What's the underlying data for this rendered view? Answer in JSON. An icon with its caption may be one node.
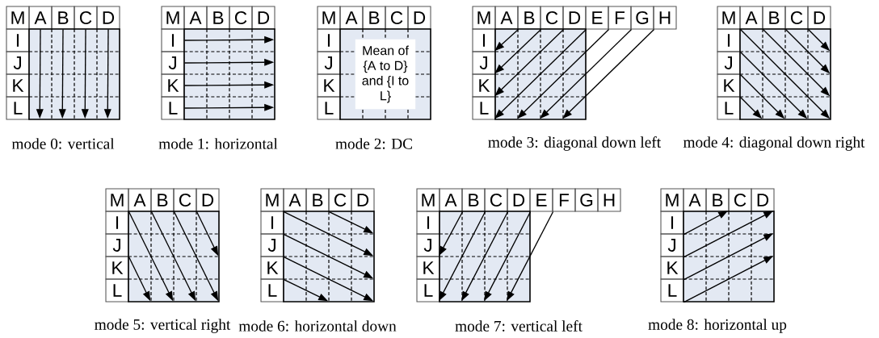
{
  "diagram": {
    "nodes": [
      {
        "text": [
          "M"
        ]
      },
      {
        "text": [
          "A"
        ]
      },
      {
        "text": [
          "B"
        ]
      },
      {
        "text": [
          "C"
        ]
      },
      {
        "text": [
          "D"
        ]
      },
      {
        "text": [
          "I"
        ]
      },
      {
        "text": [
          "J"
        ]
      },
      {
        "text": [
          "K"
        ]
      },
      {
        "text": [
          "L"
        ]
      },
      {
        "text": [],
        "shape": "box"
      },
      {
        "text": [
          "M"
        ]
      },
      {
        "text": [
          "A"
        ]
      },
      {
        "text": [
          "B"
        ]
      },
      {
        "text": [
          "C"
        ]
      },
      {
        "text": [
          "D"
        ]
      },
      {
        "text": [
          "I"
        ]
      },
      {
        "text": [
          "J"
        ]
      },
      {
        "text": [
          "K"
        ]
      },
      {
        "text": [
          "L"
        ]
      },
      {
        "text": [],
        "shape": "box"
      },
      {
        "text": [
          "M"
        ]
      },
      {
        "text": [
          "A"
        ]
      },
      {
        "text": [
          "B"
        ]
      },
      {
        "text": [
          "C"
        ]
      },
      {
        "text": [
          "D"
        ]
      },
      {
        "text": [
          "I"
        ]
      },
      {
        "text": [
          "J"
        ]
      },
      {
        "text": [
          "K"
        ]
      },
      {
        "text": [
          "L"
        ]
      },
      {
        "text": [
          "Mean of {A to D} and {I to L}"
        ]
      },
      {
        "text": [
          "M"
        ]
      },
      {
        "text": [
          "A"
        ]
      },
      {
        "text": [
          "B"
        ]
      },
      {
        "text": [
          "C"
        ]
      },
      {
        "text": [
          "D"
        ]
      },
      {
        "text": [
          "E"
        ]
      },
      {
        "text": [
          "F"
        ]
      },
      {
        "text": [
          "G"
        ]
      },
      {
        "text": [
          "H"
        ]
      },
      {
        "text": [
          "I"
        ]
      },
      {
        "text": [
          "J"
        ]
      },
      {
        "text": [
          "K"
        ]
      },
      {
        "text": [
          "L"
        ]
      },
      {
        "text": [],
        "shape": "box"
      },
      {
        "text": [
          "M"
        ]
      },
      {
        "text": [
          "A"
        ]
      },
      {
        "text": [
          "B"
        ]
      },
      {
        "text": [
          "C"
        ]
      },
      {
        "text": [
          "D"
        ]
      },
      {
        "text": [
          "I"
        ]
      },
      {
        "text": [
          "J"
        ]
      },
      {
        "text": [
          "K"
        ]
      },
      {
        "text": [
          "L"
        ]
      },
      {
        "text": [],
        "shape": "box"
      },
      {
        "text": [
          "M"
        ]
      },
      {
        "text": [
          "A"
        ]
      },
      {
        "text": [
          "B"
        ]
      },
      {
        "text": [
          "C"
        ]
      },
      {
        "text": [
          "D"
        ]
      },
      {
        "text": [
          "I"
        ]
      },
      {
        "text": [
          "J"
        ]
      },
      {
        "text": [
          "K"
        ]
      },
      {
        "text": [
          "L"
        ]
      },
      {
        "text": [],
        "shape": "box"
      },
      {
        "text": [
          "M"
        ]
      },
      {
        "text": [
          "A"
        ]
      },
      {
        "text": [
          "B"
        ]
      },
      {
        "text": [
          "C"
        ]
      },
      {
        "text": [
          "D"
        ]
      },
      {
        "text": [
          "I"
        ]
      },
      {
        "text": [
          "J"
        ]
      },
      {
        "text": [
          "K"
        ]
      },
      {
        "text": [
          "L"
        ]
      },
      {
        "text": [],
        "shape": "box"
      },
      {
        "text": [
          "M"
        ]
      },
      {
        "text": [
          "A"
        ]
      },
      {
        "text": [
          "B"
        ]
      },
      {
        "text": [
          "C"
        ]
      },
      {
        "text": [
          "D"
        ]
      },
      {
        "text": [
          "E"
        ]
      },
      {
        "text": [
          "F"
        ]
      },
      {
        "text": [
          "G"
        ]
      },
      {
        "text": [
          "H"
        ]
      },
      {
        "text": [
          "I"
        ]
      },
      {
        "text": [
          "J"
        ]
      },
      {
        "text": [
          "K"
        ]
      },
      {
        "text": [
          "L"
        ]
      },
      {
        "text": [],
        "shape": "box"
      },
      {
        "text": [
          "M"
        ]
      },
      {
        "text": [
          "A"
        ]
      },
      {
        "text": [
          "B"
        ]
      },
      {
        "text": [
          "C"
        ]
      },
      {
        "text": [
          "D"
        ]
      },
      {
        "text": [
          "I"
        ]
      },
      {
        "text": [
          "J"
        ]
      },
      {
        "text": [
          "K"
        ]
      },
      {
        "text": [
          "L"
        ]
      },
      {
        "text": [],
        "shape": "box"
      }
    ],
    "edges": [
      {
        "from": 1,
        "to": 9,
        "arrow": "to"
      },
      {
        "from": 2,
        "to": 9,
        "arrow": "to"
      },
      {
        "from": 3,
        "to": 9,
        "arrow": "to"
      },
      {
        "from": 4,
        "to": 9,
        "arrow": "to"
      },
      {
        "from": 15,
        "to": 19,
        "arrow": "to"
      },
      {
        "from": 16,
        "to": 19,
        "arrow": "to"
      },
      {
        "from": 17,
        "to": 19,
        "arrow": "to"
      },
      {
        "from": 18,
        "to": 19,
        "arrow": "to"
      },
      {
        "from": 31,
        "to": 43,
        "arrow": "to"
      },
      {
        "from": 32,
        "to": 43,
        "arrow": "to"
      },
      {
        "from": 33,
        "to": 43,
        "arrow": "to"
      },
      {
        "from": 34,
        "to": 43,
        "arrow": "to"
      },
      {
        "from": 35,
        "to": 43,
        "arrow": "to"
      },
      {
        "from": 36,
        "to": 43,
        "arrow": "to"
      },
      {
        "from": 37,
        "to": 43,
        "arrow": "to"
      },
      {
        "from": 44,
        "to": 53,
        "arrow": "to"
      },
      {
        "from": 45,
        "to": 53,
        "arrow": "to"
      },
      {
        "from": 46,
        "to": 53,
        "arrow": "to"
      },
      {
        "from": 47,
        "to": 53,
        "arrow": "to"
      },
      {
        "from": 49,
        "to": 53,
        "arrow": "to"
      },
      {
        "from": 50,
        "to": 53,
        "arrow": "to"
      },
      {
        "from": 51,
        "to": 53,
        "arrow": "to"
      },
      {
        "from": 54,
        "to": 63,
        "arrow": "to"
      },
      {
        "from": 55,
        "to": 63,
        "arrow": "to"
      },
      {
        "from": 56,
        "to": 63,
        "arrow": "to"
      },
      {
        "from": 57,
        "to": 63,
        "arrow": "to"
      },
      {
        "from": 60,
        "to": 63,
        "arrow": "to"
      },
      {
        "from": 64,
        "to": 73,
        "arrow": "to"
      },
      {
        "from": 69,
        "to": 73,
        "arrow": "to"
      },
      {
        "from": 70,
        "to": 73,
        "arrow": "to"
      },
      {
        "from": 71,
        "to": 73,
        "arrow": "to"
      },
      {
        "from": 66,
        "to": 73,
        "arrow": "to"
      },
      {
        "from": 75,
        "to": 87,
        "arrow": "to"
      },
      {
        "from": 76,
        "to": 87,
        "arrow": "to"
      },
      {
        "from": 77,
        "to": 87,
        "arrow": "to"
      },
      {
        "from": 78,
        "to": 87,
        "arrow": "to"
      },
      {
        "from": 79,
        "to": 87,
        "arrow": "to"
      },
      {
        "from": 93,
        "to": 97,
        "arrow": "to"
      },
      {
        "from": 94,
        "to": 97,
        "arrow": "to"
      },
      {
        "from": 95,
        "to": 97,
        "arrow": "to"
      },
      {
        "from": 96,
        "to": 97,
        "arrow": "to"
      }
    ],
    "labels": [
      "mode 0: vertical",
      "mode 1: horizontal",
      "mode 2: DC",
      "mode 3: diagonal down left",
      "mode 4: diagonal down right",
      "mode 5: vertical right",
      "mode 6: horizontal down",
      "mode 7: vertical left",
      "mode 8: horizontal up"
    ]
  }
}
